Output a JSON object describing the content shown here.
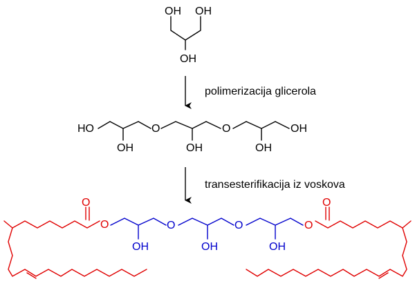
{
  "labels": {
    "step1": "polimerizacija glicerola",
    "step2": "transesterifikacija iz voskova"
  },
  "atoms": {
    "hydroxyl": "OH",
    "hydroxyl_left": "HO",
    "oxygen": "O"
  },
  "colors": {
    "base": "#000000",
    "acyl_chain": "#e00000",
    "glycerol_backbone": "#0000cc",
    "label_text": "#000000"
  }
}
